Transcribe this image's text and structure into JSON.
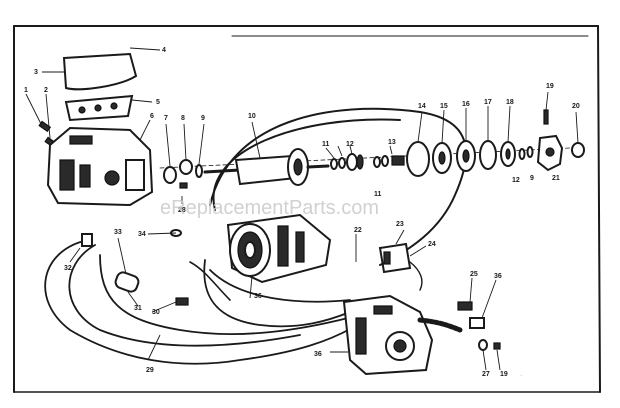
{
  "watermark": "eReplacementParts.com",
  "callouts": [
    {
      "id": "c1",
      "label": "1"
    },
    {
      "id": "c2",
      "label": "2"
    },
    {
      "id": "c3",
      "label": "3"
    },
    {
      "id": "c4",
      "label": "4"
    },
    {
      "id": "c5",
      "label": "5"
    },
    {
      "id": "c6",
      "label": "6"
    },
    {
      "id": "c7",
      "label": "7"
    },
    {
      "id": "c8",
      "label": "8"
    },
    {
      "id": "c9a",
      "label": "9"
    },
    {
      "id": "c9b",
      "label": "9"
    },
    {
      "id": "c10",
      "label": "10"
    },
    {
      "id": "c11a",
      "label": "11"
    },
    {
      "id": "c11b",
      "label": "11"
    },
    {
      "id": "c12a",
      "label": "12"
    },
    {
      "id": "c12b",
      "label": "12"
    },
    {
      "id": "c13",
      "label": "13"
    },
    {
      "id": "c14",
      "label": "14"
    },
    {
      "id": "c15",
      "label": "15"
    },
    {
      "id": "c16",
      "label": "16"
    },
    {
      "id": "c17",
      "label": "17"
    },
    {
      "id": "c18",
      "label": "18"
    },
    {
      "id": "c19a",
      "label": "19"
    },
    {
      "id": "c19b",
      "label": "19"
    },
    {
      "id": "c20",
      "label": "20"
    },
    {
      "id": "c21",
      "label": "21"
    },
    {
      "id": "c22",
      "label": "22"
    },
    {
      "id": "c23",
      "label": "23"
    },
    {
      "id": "c24",
      "label": "24"
    },
    {
      "id": "c25",
      "label": "25"
    },
    {
      "id": "c26",
      "label": "26"
    },
    {
      "id": "c27",
      "label": "27"
    },
    {
      "id": "c28",
      "label": "28"
    },
    {
      "id": "c29",
      "label": "29"
    },
    {
      "id": "c30",
      "label": "30"
    },
    {
      "id": "c31",
      "label": "31"
    },
    {
      "id": "c32",
      "label": "32"
    },
    {
      "id": "c33",
      "label": "33"
    },
    {
      "id": "c34",
      "label": "34"
    },
    {
      "id": "c36a",
      "label": "36"
    },
    {
      "id": "c36b",
      "label": "36"
    },
    {
      "id": "c36c",
      "label": "36"
    }
  ],
  "corner_note": "..."
}
